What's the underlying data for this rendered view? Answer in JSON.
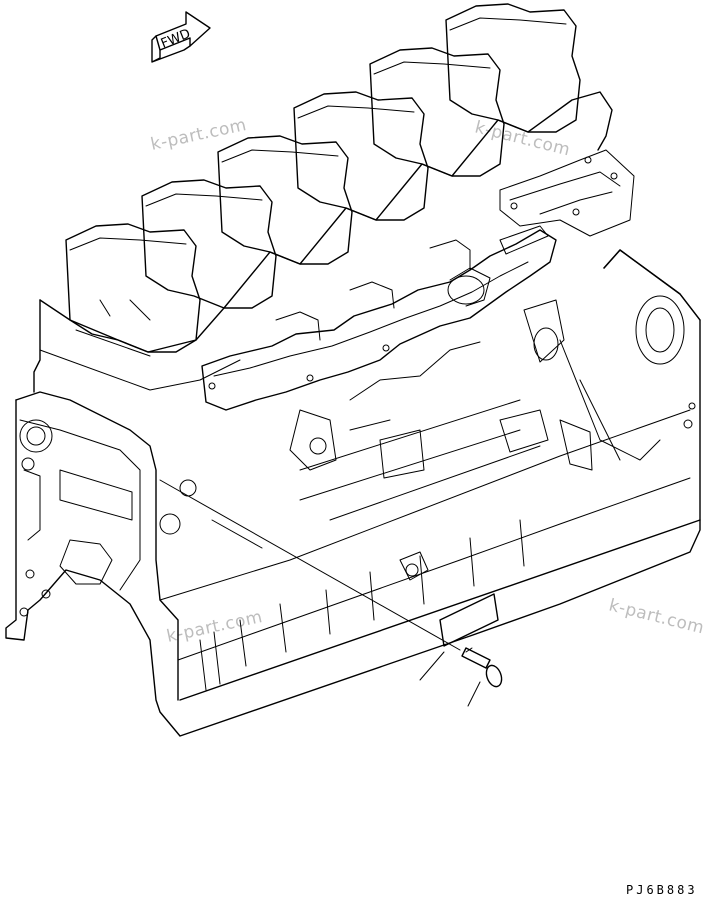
{
  "diagram": {
    "direction_label": "FWD",
    "watermark": "k-part.com",
    "drawing_code": "PJ6B883"
  },
  "icons": {
    "direction_arrow": "fwd-arrow-icon"
  }
}
